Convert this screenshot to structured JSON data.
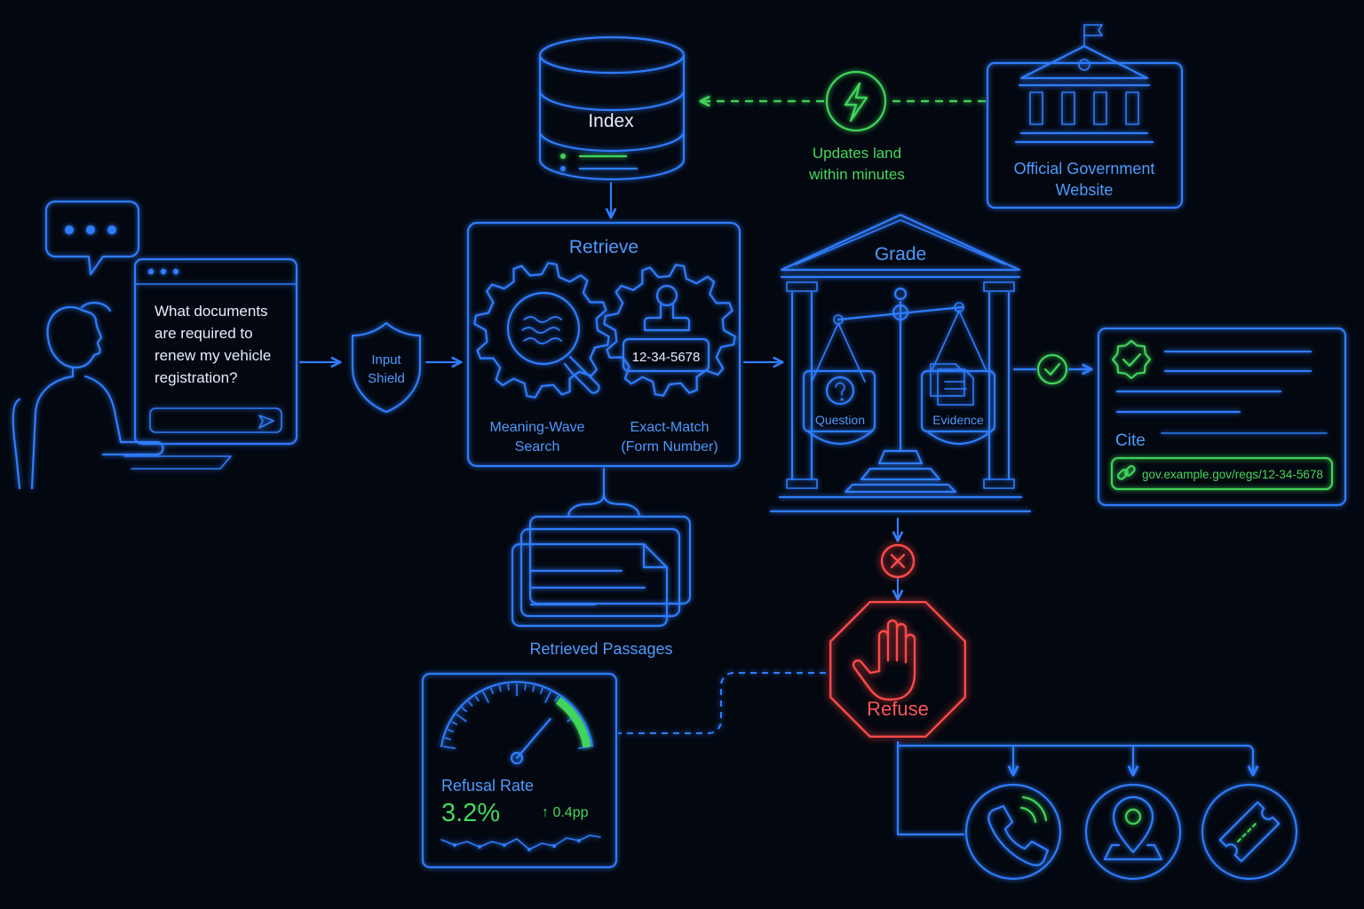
{
  "index": {
    "label": "Index"
  },
  "update": {
    "line1": "Updates land",
    "line2": "within minutes"
  },
  "official": {
    "line1": "Official Government",
    "line2": "Website"
  },
  "query": {
    "line1": "What documents",
    "line2": "are required to",
    "line3": "renew my vehicle",
    "line4": "registration?"
  },
  "shield": {
    "line1": "Input",
    "line2": "Shield"
  },
  "retrieve": {
    "title": "Retrieve",
    "form_number": "12-34-5678",
    "meaning_line1": "Meaning-Wave",
    "meaning_line2": "Search",
    "exact_line1": "Exact-Match",
    "exact_line2": "(Form Number)"
  },
  "passages": {
    "label": "Retrieved Passages"
  },
  "grade": {
    "title": "Grade",
    "question": "Question",
    "evidence": "Evidence"
  },
  "cite": {
    "label": "Cite",
    "url": "gov.example.gov/regs/12-34-5678"
  },
  "refuse": {
    "label": "Refuse"
  },
  "gauge": {
    "label": "Refusal Rate",
    "value": "3.2%",
    "delta": "↑ 0.4pp",
    "fill_fraction": 0.85
  },
  "colors": {
    "accent": "#2f7dff",
    "success": "#3fd45a",
    "danger": "#ff4a4a",
    "background": "#03070f"
  },
  "icons": [
    "speech-bubble-icon",
    "user-icon",
    "shield-icon",
    "database-icon",
    "lightning-icon",
    "government-building-icon",
    "gear-icon",
    "magnifier-icon",
    "stamp-icon",
    "scales-icon",
    "check-icon",
    "link-icon",
    "stop-hand-icon",
    "phone-icon",
    "location-pin-icon",
    "ticket-icon",
    "gauge-icon"
  ]
}
